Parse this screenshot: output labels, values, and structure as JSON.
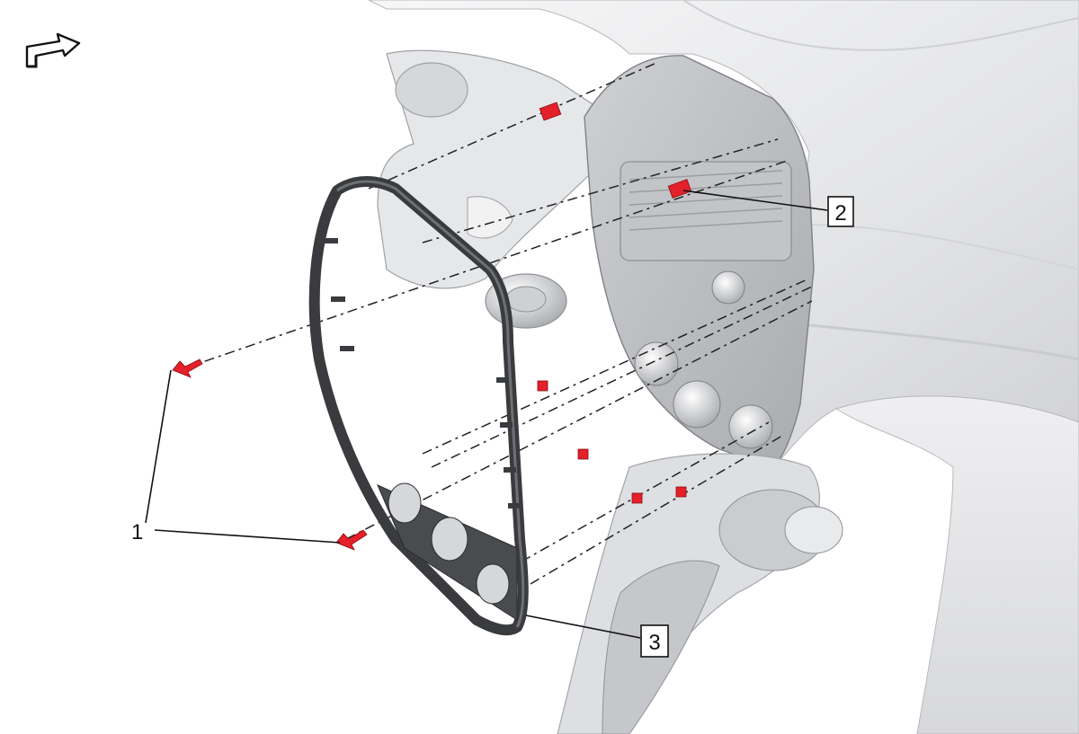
{
  "illustration": {
    "view_arrow_icon": "view-direction-arrow-icon",
    "colors": {
      "background": "#ffffff",
      "fastener_red": "#e4202a",
      "bezel_dark": "#3a3b3e",
      "body_light": "#e9eaec"
    }
  },
  "callouts": [
    {
      "id": "fastener",
      "label": "1",
      "boxed": false
    },
    {
      "id": "retainer-clip",
      "label": "2",
      "boxed": true
    },
    {
      "id": "trim-bezel",
      "label": "3",
      "boxed": true
    }
  ]
}
